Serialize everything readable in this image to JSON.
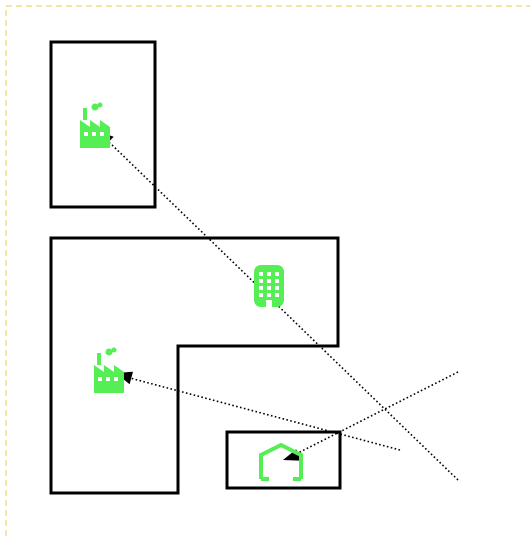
{
  "diagram": {
    "accent_color": "#55ee55",
    "line_color": "#000000",
    "frame_color": "#f5e6a8",
    "icons": [
      {
        "name": "factory-icon-top",
        "icon": "factory"
      },
      {
        "name": "office-building-icon",
        "icon": "office-building"
      },
      {
        "name": "factory-icon-middle",
        "icon": "factory"
      },
      {
        "name": "warehouse-icon",
        "icon": "warehouse"
      }
    ],
    "areas": [
      {
        "name": "area-top-rectangle",
        "shape": "rectangle"
      },
      {
        "name": "area-l-shape",
        "shape": "L-shape"
      },
      {
        "name": "area-small-rectangle",
        "shape": "rectangle"
      }
    ],
    "flows": [
      {
        "name": "flow-to-top-factory",
        "style": "dotted",
        "head": "arrow"
      },
      {
        "name": "flow-to-middle-factory",
        "style": "dotted",
        "head": "arrow"
      },
      {
        "name": "flow-to-warehouse",
        "style": "dotted",
        "head": "arrow"
      }
    ]
  }
}
